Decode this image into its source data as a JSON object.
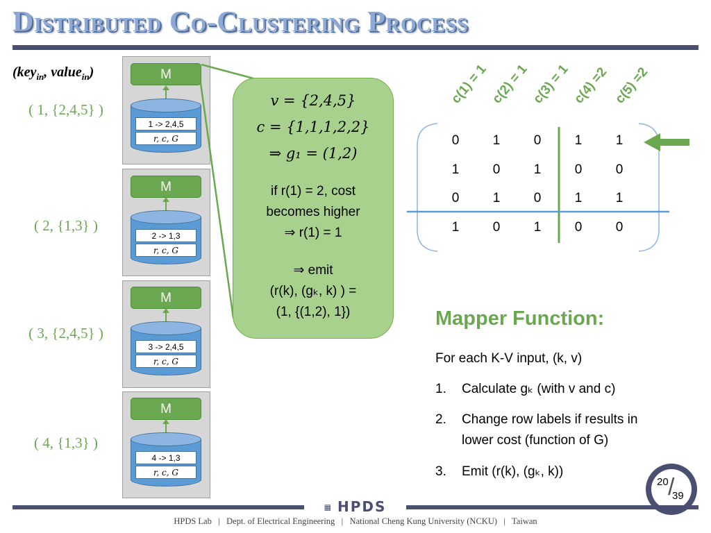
{
  "slide": {
    "title": "Distributed Co-Clustering Process",
    "page_current": "20",
    "page_total": "39"
  },
  "header_label": {
    "key": "key",
    "key_sub": "in",
    "value": "value",
    "value_sub": "in"
  },
  "mappers": [
    {
      "m_label": "M",
      "record": "1 -> 2,4,5",
      "state": "r, c, G",
      "input": "( 1, {2,4,5} )"
    },
    {
      "m_label": "M",
      "record": "2 -> 1,3",
      "state": "r, c, G",
      "input": "( 2, {1,3} )"
    },
    {
      "m_label": "M",
      "record": "3 -> 2,4,5",
      "state": "r, c, G",
      "input": "( 3, {2,4,5} )"
    },
    {
      "m_label": "M",
      "record": "4 -> 1,3",
      "state": "r, c, G",
      "input": "( 4, {1,3} )"
    }
  ],
  "callout": {
    "eq1": "v = {2,4,5}",
    "eq2": "c = {1,1,1,2,2}",
    "eq3": "⇒ g₁ = (1,2)",
    "text1": "if r(1) = 2, cost",
    "text2": "becomes higher",
    "text3": "⇒ r(1) = 1",
    "emit1": "⇒ emit",
    "emit2": "(r(k), (gₖ, k) ) =",
    "emit3": "(1, {(1,2), 1})"
  },
  "matrix": {
    "col_headers": [
      "c(1) = 1",
      "c(2) = 1",
      "c(3) = 1",
      "c(4) =2",
      "c(5) =2"
    ],
    "rows": [
      [
        "0",
        "1",
        "0",
        "1",
        "1"
      ],
      [
        "1",
        "0",
        "1",
        "0",
        "0"
      ],
      [
        "0",
        "1",
        "0",
        "1",
        "1"
      ],
      [
        "1",
        "0",
        "1",
        "0",
        "0"
      ]
    ]
  },
  "mapper_function": {
    "title": "Mapper Function:",
    "intro": "For each K-V input, (k, v)",
    "steps": [
      {
        "num": "1.",
        "text": "Calculate gₖ (with v and c)"
      },
      {
        "num": "2.",
        "text": "Change row labels if results in"
      },
      {
        "num": "",
        "text": "lower cost (function of G)"
      },
      {
        "num": "3.",
        "text": "Emit (r(k), (gₖ, k))"
      }
    ]
  },
  "footer": {
    "logo": "HPDS",
    "text": "HPDS Lab   |   Dept. of Electrical Engineering   |   National Cheng Kung University (NCKU)   |   Taiwan"
  },
  "colors": {
    "green": "#6aa84f",
    "blue": "#5b9bd5",
    "navy": "#4a4f72"
  }
}
